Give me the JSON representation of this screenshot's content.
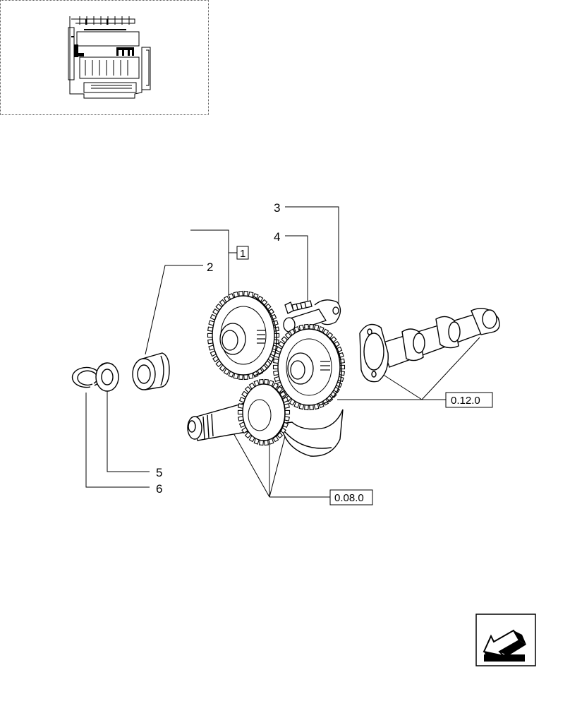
{
  "labels": {
    "part_2": "2",
    "part_3": "3",
    "part_4": "4",
    "part_5": "5",
    "part_6": "6",
    "group_1": "1"
  },
  "references": {
    "ref_a": "0.12.0",
    "ref_b": "0.08.0"
  },
  "icons": {
    "thumbnail": "engine-location-thumbnail",
    "navigation": "next-page-arrow-icon"
  },
  "colors": {
    "line": "#000000",
    "background": "#ffffff"
  }
}
